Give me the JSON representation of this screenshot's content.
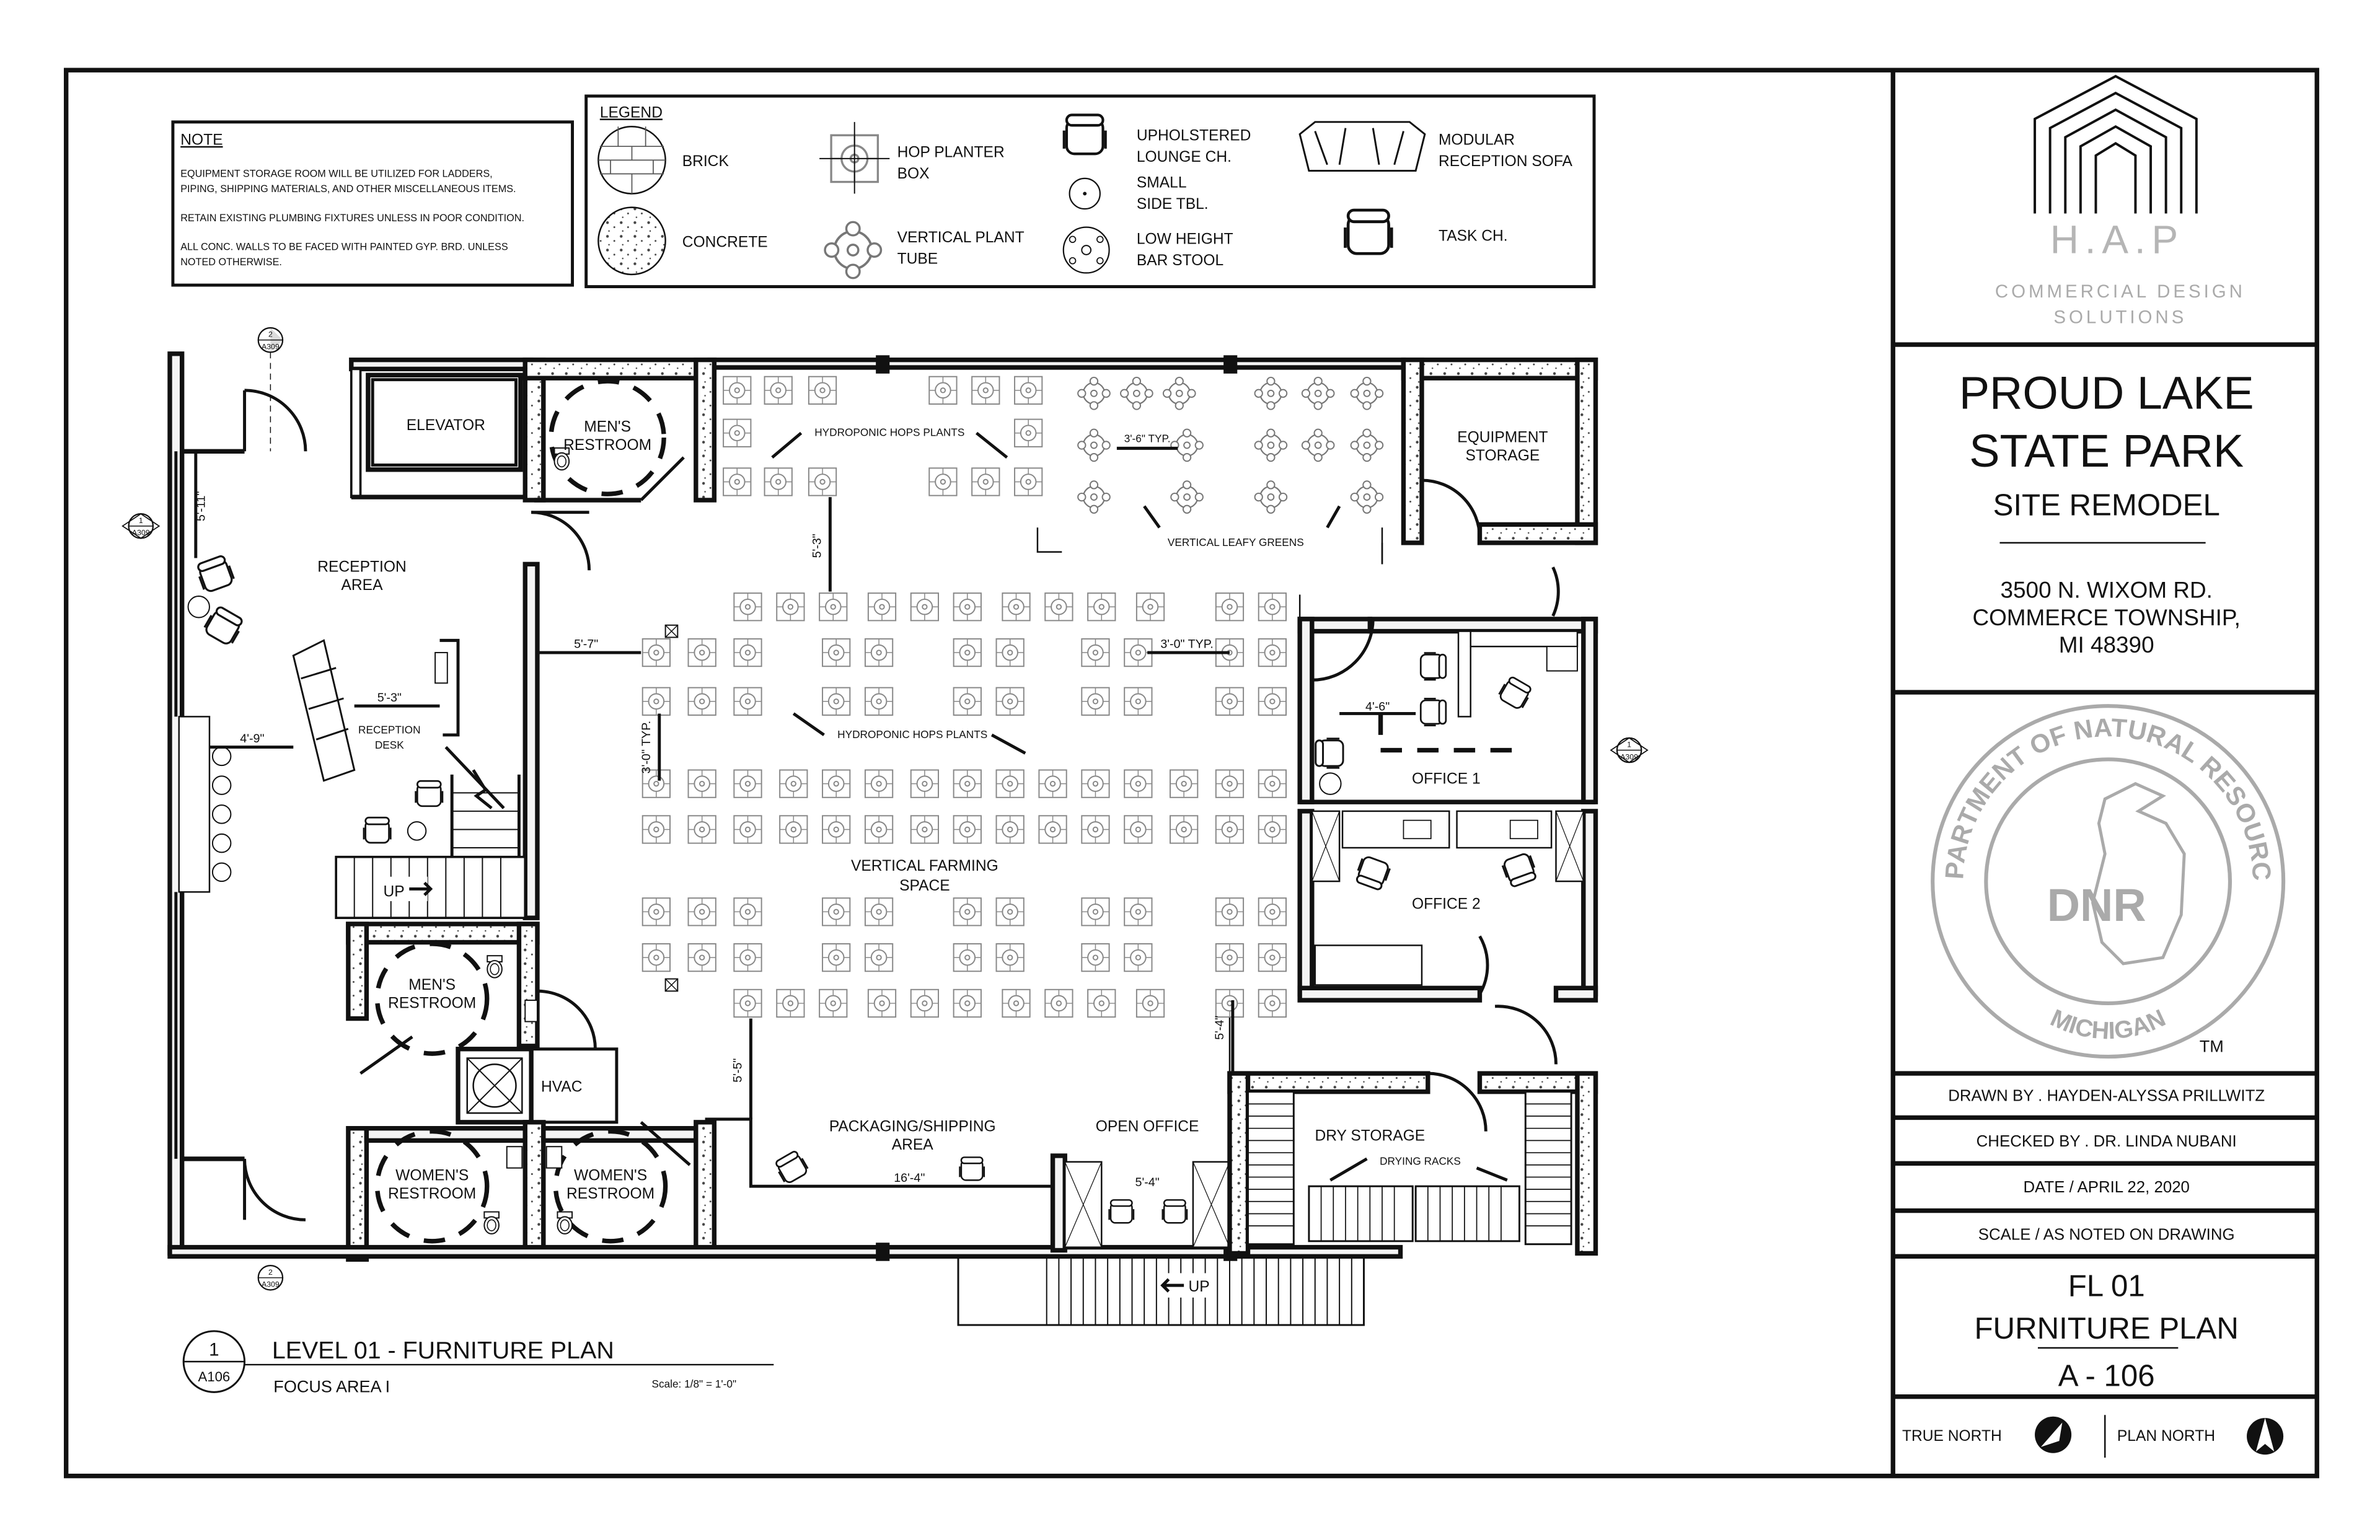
{
  "note": {
    "title": "NOTE",
    "lines": [
      "EQUIPMENT STORAGE ROOM WILL BE UTILIZED FOR LADDERS,",
      "PIPING, SHIPPING MATERIALS, AND OTHER MISCELLANEOUS ITEMS.",
      "RETAIN EXISTING PLUMBING FIXTURES UNLESS IN POOR CONDITION.",
      "ALL CONC. WALLS TO BE FACED WITH PAINTED GYP. BRD. UNLESS",
      "NOTED OTHERWISE."
    ]
  },
  "legend": {
    "title": "LEGEND",
    "brick": "BRICK",
    "concrete": "CONCRETE",
    "hop_planter_1": "HOP PLANTER",
    "hop_planter_2": "BOX",
    "vertical_plant_1": "VERTICAL PLANT",
    "vertical_plant_2": "TUBE",
    "lounge_1": "UPHOLSTERED",
    "lounge_2": "LOUNGE CH.",
    "side_tbl_1": "SMALL",
    "side_tbl_2": "SIDE TBL.",
    "bar_stool_1": "LOW HEIGHT",
    "bar_stool_2": "BAR STOOL",
    "sofa_1": "MODULAR",
    "sofa_2": "RECEPTION SOFA",
    "task_ch": "TASK CH."
  },
  "rooms": {
    "elevator": "ELEVATOR",
    "mens_restroom_1": "MEN'S",
    "mens_restroom_2": "RESTROOM",
    "reception_1": "RECEPTION",
    "reception_2": "AREA",
    "reception_desk_1": "RECEPTION",
    "reception_desk_2": "DESK",
    "up_stair": "UP",
    "hvac": "HVAC",
    "womens_restroom_1": "WOMEN'S",
    "womens_restroom_2": "RESTROOM",
    "hydroponic_hops_top": "HYDROPONIC HOPS PLANTS",
    "hydroponic_hops_mid": "HYDROPONIC HOPS PLANTS",
    "vertical_leafy": "VERTICAL LEAFY GREENS",
    "vertical_farming_1": "VERTICAL FARMING",
    "vertical_farming_2": "SPACE",
    "packaging_1": "PACKAGING/SHIPPING",
    "packaging_2": "AREA",
    "open_office": "OPEN OFFICE",
    "equipment_1": "EQUIPMENT",
    "equipment_2": "STORAGE",
    "office_1": "OFFICE 1",
    "office_2": "OFFICE 2",
    "dry_storage": "DRY STORAGE",
    "drying_racks": "DRYING RACKS",
    "up_entry": "UP"
  },
  "dims": {
    "d_5_11": "5'-11\"",
    "d_5_3a": "5'-3\"",
    "d_5_7": "5'-7\"",
    "d_5_3b": "5'-3\"",
    "d_4_9": "4'-9\"",
    "d_3_0_typ_v": "3'-0\" TYP.",
    "d_3_6_typ": "3'-6\" TYP.",
    "d_3_0_typ_h": "3'-0\" TYP.",
    "d_4_6": "4'-6\"",
    "d_5_4v": "5'-4\"",
    "d_5_5": "5'-5\"",
    "d_16_4": "16'-4\"",
    "d_5_4h": "5'-4\""
  },
  "callouts": {
    "sheet_num": "2",
    "sheet_ref": "A309",
    "left_num": "1",
    "right_num": "1"
  },
  "drawing_title": {
    "number": "1",
    "sheet": "A106",
    "title": "LEVEL 01 - FURNITURE PLAN",
    "subtitle": "FOCUS AREA I",
    "scale": "Scale: 1/8\" = 1'-0\""
  },
  "title_block": {
    "firm_initials": "H.A.P",
    "firm_line1": "COMMERCIAL DESIGN",
    "firm_line2": "SOLUTIONS",
    "project_line1": "PROUD LAKE",
    "project_line2": "STATE PARK",
    "project_line3": "SITE REMODEL",
    "address_line1": "3500 N. WIXOM RD.",
    "address_line2": "COMMERCE TOWNSHIP,",
    "address_line3": "MI 48390",
    "seal_text": "DEPARTMENT OF NATURAL RESOURCES",
    "seal_state": "MICHIGAN",
    "seal_logo": "DNR",
    "seal_tm": "TM",
    "drawn_by": "DRAWN BY . HAYDEN-ALYSSA PRILLWITZ",
    "checked_by": "CHECKED BY . DR. LINDA NUBANI",
    "date": "DATE / APRIL 22, 2020",
    "scale": "SCALE / AS NOTED ON DRAWING",
    "sheet_code": "FL 01",
    "sheet_title": "FURNITURE PLAN",
    "sheet_number": "A - 106",
    "true_north": "TRUE NORTH",
    "plan_north": "PLAN NORTH"
  }
}
